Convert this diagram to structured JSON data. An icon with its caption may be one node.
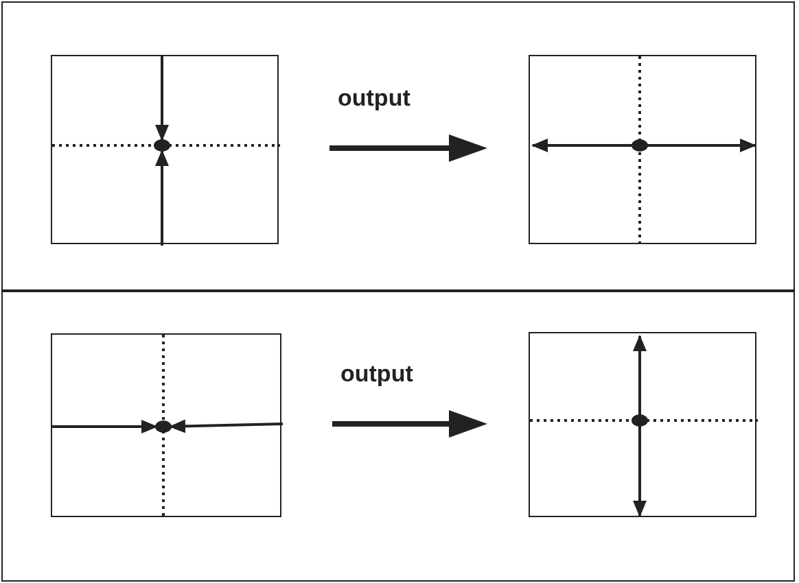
{
  "diagram": {
    "nodes": [
      {
        "text": [],
        "shape": "box"
      },
      {
        "text": [],
        "shape": "box"
      },
      {
        "text": [],
        "shape": "box"
      },
      {
        "text": [],
        "shape": "box"
      }
    ],
    "edges": [
      {
        "from": 0,
        "to": 1,
        "arrow": "to",
        "label": "output"
      },
      {
        "from": 2,
        "to": 3,
        "arrow": "to",
        "label": "output"
      }
    ]
  }
}
